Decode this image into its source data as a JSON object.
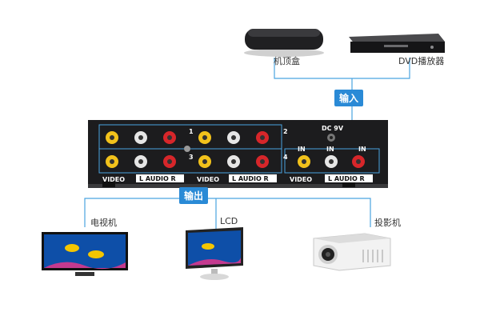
{
  "devices": {
    "set_top_box": "机顶盒",
    "dvd_player": "DVD播放器",
    "tv": "电视机",
    "lcd": "LCD",
    "projector": "投影机"
  },
  "tags": {
    "input": "输入",
    "output": "输出"
  },
  "panel": {
    "group_1": "1",
    "group_2": "2",
    "group_3": "3",
    "group_4": "4",
    "dc": "DC 9V",
    "in_1": "IN",
    "in_2": "IN",
    "in_3": "IN",
    "video_left": "VIDEO",
    "audio_left": "L  AUDIO R",
    "video_mid": "VIDEO",
    "audio_mid": "L  AUDIO R",
    "video_right": "VIDEO",
    "audio_right": "L  AUDIO R"
  },
  "colors": {
    "line": "#4aa3e0",
    "tag_bg": "#2a8ad6",
    "panel": "#1c1c1e",
    "yellow": "#f2c21b",
    "white": "#e6e6e6",
    "red": "#d7262a"
  }
}
